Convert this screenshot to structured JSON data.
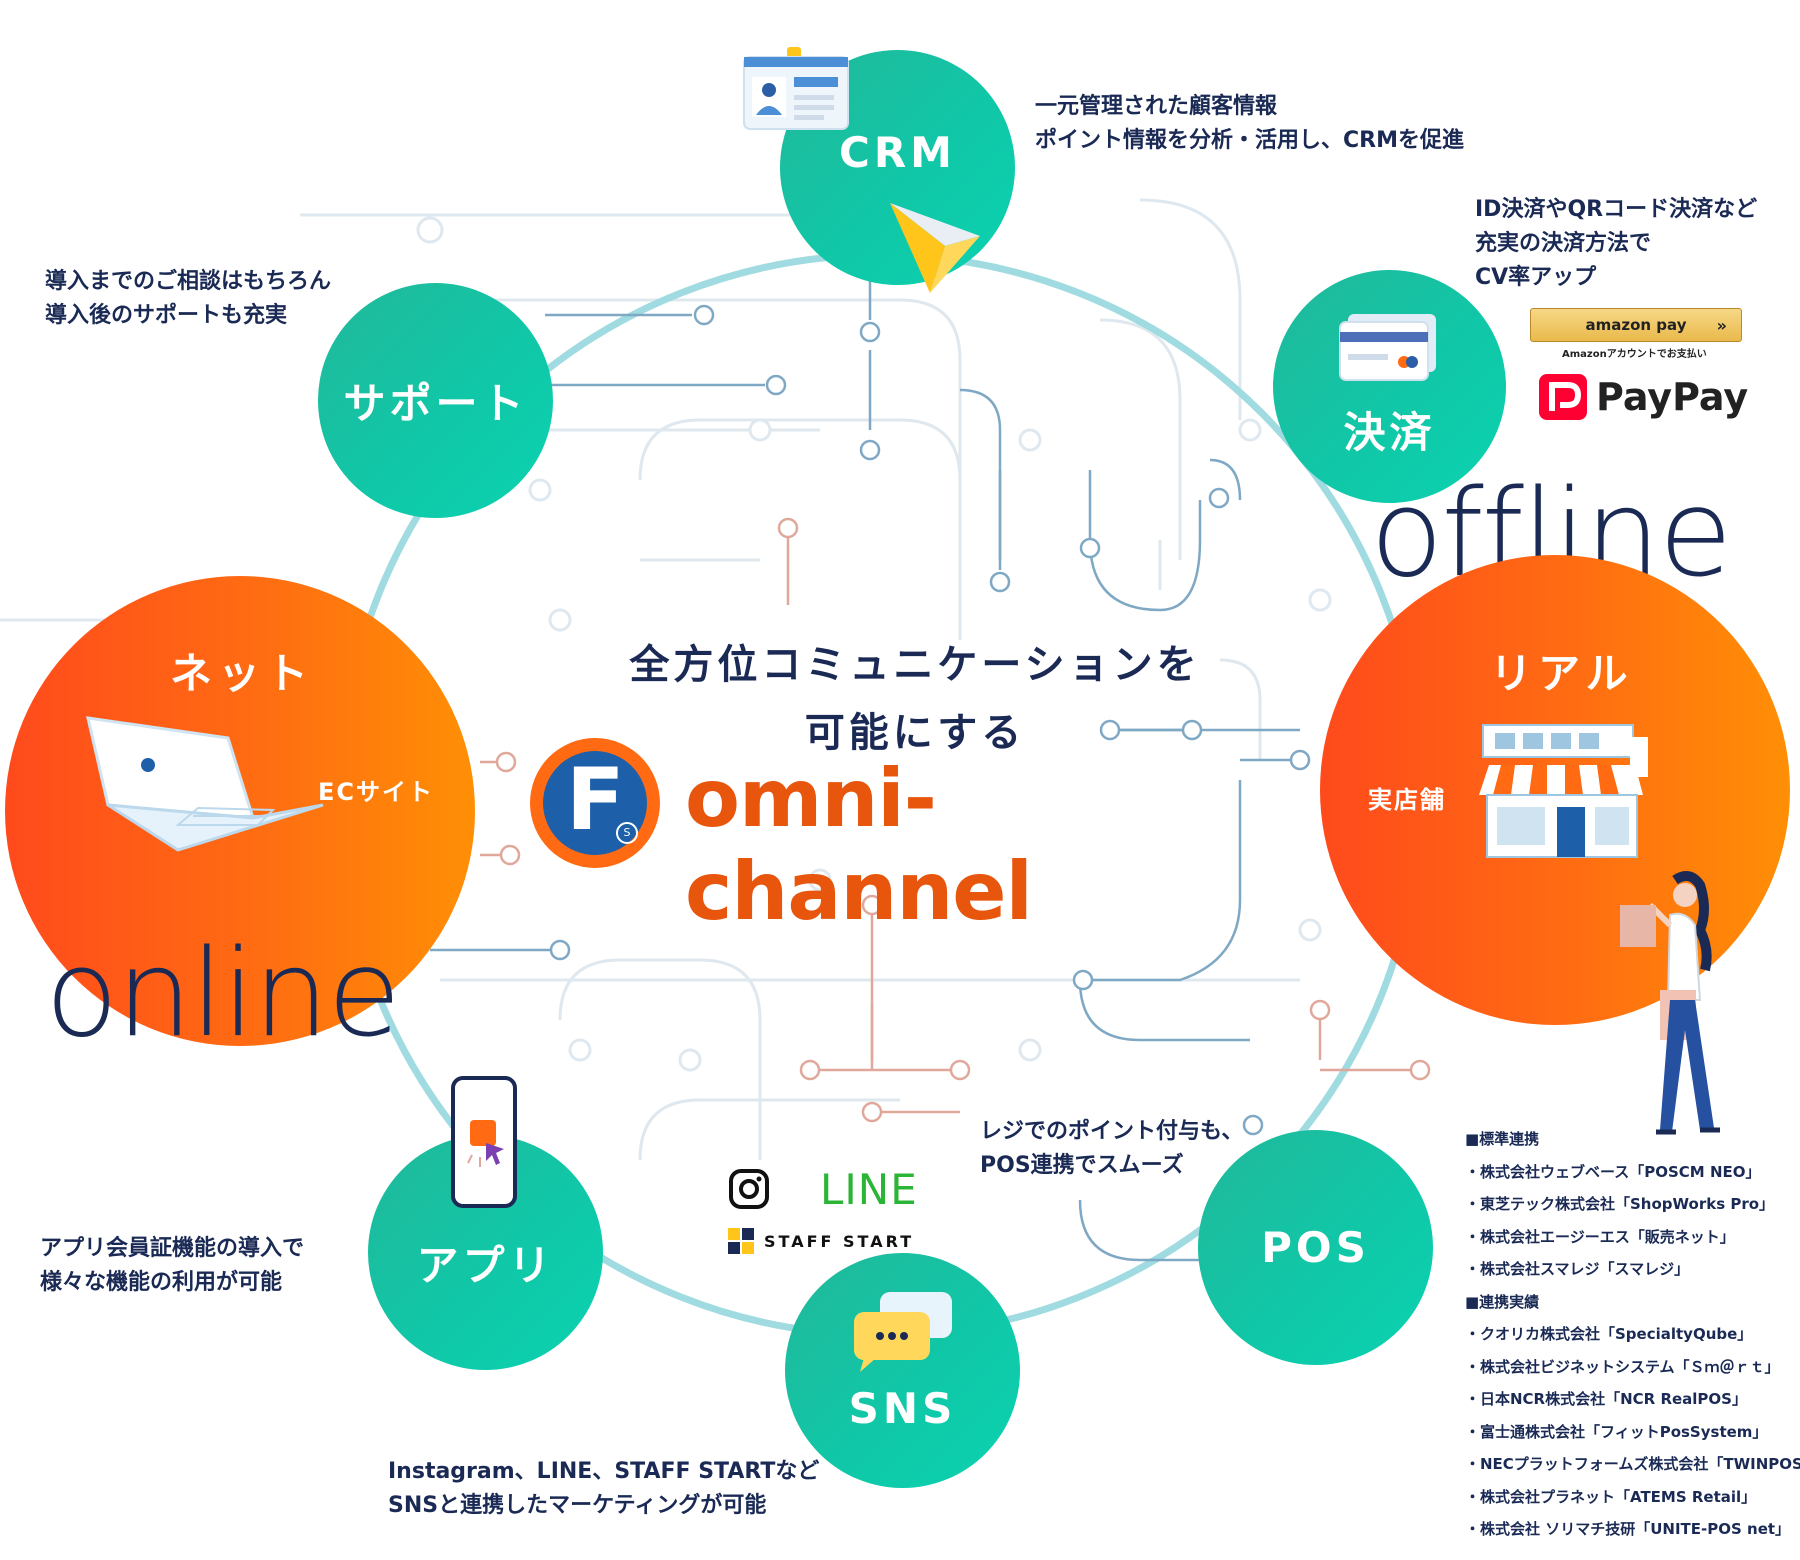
{
  "center": {
    "title_line1": "全方位コミュニケーションを",
    "title_line2": "可能にする",
    "logo_letter": "F",
    "logo_text": "omni-channel"
  },
  "nodes": {
    "crm": {
      "label": "CRM",
      "desc": "一元管理された顧客情報\nポイント情報を分析・活用し、CRMを促進"
    },
    "payment": {
      "label": "決済",
      "desc": "ID決済やQRコード決済など\n充実の決済方法で\nCV率アップ"
    },
    "support": {
      "label": "サポート",
      "desc": "導入までのご相談はもちろん\n導入後のサポートも充実"
    },
    "net": {
      "label": "ネット",
      "sub": "ECサイト"
    },
    "real": {
      "label": "リアル",
      "sub": "実店舗"
    },
    "app": {
      "label": "アプリ",
      "desc": "アプリ会員証機能の導入で\n様々な機能の利用が可能"
    },
    "sns": {
      "label": "SNS",
      "desc": "Instagram、LINE、STAFF STARTなど\nSNSと連携したマーケティングが可能"
    },
    "pos": {
      "label": "POS",
      "desc": "レジでのポイント付与も、\nPOS連携でスムーズ"
    }
  },
  "words": {
    "offline": "offline",
    "online": "online"
  },
  "payment_logos": {
    "amazon": "amazon pay",
    "amazon_sub": "Amazonアカウントでお支払い",
    "paypay": "PayPay"
  },
  "sns_logos": {
    "line": "LINE",
    "staff_start": "STAFF START"
  },
  "pos_list": [
    "■標準連携",
    "・株式会社ウェブベース「POSCM NEO」",
    "・東芝テック株式会社「ShopWorks Pro」",
    "・株式会社エージーエス「販売ネット」",
    "・株式会社スマレジ「スマレジ」",
    "■連携実績",
    "・クオリカ株式会社「SpecialtyQube」",
    "・株式会社ビジネットシステム「Ｓｍ＠ｒｔ」",
    "・日本NCR株式会社「NCR RealPOS」",
    "・富士通株式会社「フィットPosSystem」",
    "・NECプラットフォームズ株式会社「TWINPOS」",
    "・株式会社プラネット「ATEMS Retail」",
    "・株式会社 ソリマチ技研「UNITE-POS net」"
  ],
  "colors": {
    "teal": "#13c0a0",
    "orange": "#ff6a12",
    "navy": "#1a2a55",
    "ring": "#9fdbe0",
    "circuit_blue": "#7fa8c4",
    "circuit_red": "#e0a89a"
  },
  "icons": [
    "id-card-icon",
    "paper-plane-icon",
    "credit-card-icon",
    "laptop-icon",
    "storefront-icon",
    "smartphone-icon",
    "chat-bubbles-icon",
    "instagram-icon",
    "woman-shopping-illustration"
  ]
}
